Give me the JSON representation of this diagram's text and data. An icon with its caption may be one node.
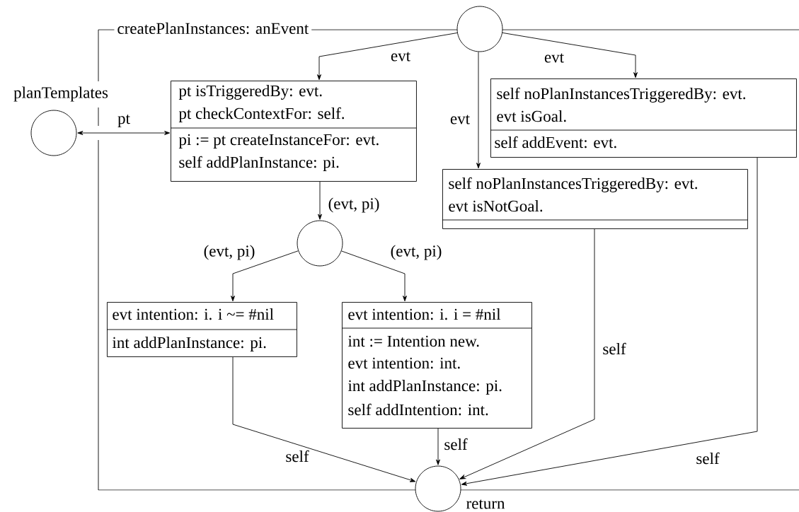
{
  "diagram": {
    "nodes": [
      {
        "text": [
          "createPlanInstances: anEvent"
        ]
      },
      {
        "text": [],
        "shape": "circle"
      },
      {
        "text": [
          "planTemplates"
        ]
      },
      {
        "text": [
          "pt isTriggeredBy: evt.",
          "pt checkContextFor: self.",
          "pi := pt createInstanceFor: evt.",
          "self addPlanInstance: pi."
        ],
        "in": 0
      },
      {
        "text": [
          "self noPlanInstancesTriggeredBy: evt.",
          "evt isGoal.",
          "self addEvent: evt."
        ],
        "in": 0
      },
      {
        "text": [
          "self noPlanInstancesTriggeredBy: evt.",
          "evt isNotGoal."
        ],
        "in": 0
      },
      {
        "text": [],
        "shape": "circle",
        "in": 0
      },
      {
        "text": [
          "evt intention: i. i ~= #nil",
          "int addPlanInstance: pi."
        ],
        "in": 0
      },
      {
        "text": [
          "evt intention: i. i = #nil",
          "int := Intention new.",
          "evt intention: int.",
          "int addPlanInstance: pi.",
          "self addIntention: int."
        ],
        "in": 0
      },
      {
        "text": [
          "return"
        ]
      }
    ],
    "edges": [
      {
        "from": 1,
        "to": 3,
        "arrow": "to",
        "label": "evt"
      },
      {
        "from": 1,
        "to": 5,
        "arrow": "to",
        "label": "evt"
      },
      {
        "from": 1,
        "to": 4,
        "arrow": "to",
        "label": "evt"
      },
      {
        "from": 2,
        "to": 3,
        "arrow": "both",
        "label": "pt"
      },
      {
        "from": 3,
        "to": 6,
        "arrow": "to",
        "label": "(evt, pi)"
      },
      {
        "from": 6,
        "to": 7,
        "arrow": "to",
        "label": "(evt, pi)"
      },
      {
        "from": 6,
        "to": 8,
        "arrow": "to",
        "label": "(evt, pi)"
      },
      {
        "from": 7,
        "to": 9,
        "arrow": "to",
        "label": "self"
      },
      {
        "from": 8,
        "to": 9,
        "arrow": "to",
        "label": "self"
      },
      {
        "from": 5,
        "to": 9,
        "arrow": "to",
        "label": "self"
      },
      {
        "from": 4,
        "to": 9,
        "arrow": "to",
        "label": "self"
      }
    ]
  }
}
